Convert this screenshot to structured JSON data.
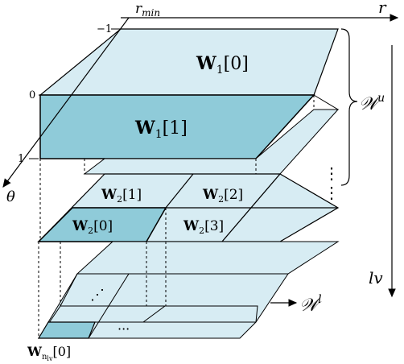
{
  "axes": {
    "r_label": "r",
    "r_min_label": "r",
    "r_min_sub": "min",
    "theta_label": "θ",
    "lv_label": "lv",
    "tick_minus1": "−1",
    "tick_0": "0",
    "tick_1": "1"
  },
  "labels": {
    "w1_0": "[0]",
    "w1_1": "[1]",
    "w2_0": "[0]",
    "w2_1": "[1]",
    "w2_2": "[2]",
    "w2_3": "[3]",
    "wn_tail": "[0]",
    "wn_sub": "n",
    "wn_subsub": "lv",
    "w_letter": "W",
    "sub_1": "1",
    "sub_2": "2",
    "script_w": "𝒲",
    "sup_u": "u",
    "sup_l": "l"
  },
  "dots": {
    "vertical": "⋮",
    "diagonal": "⋰",
    "horizontal": "···"
  },
  "colors": {
    "light_fill": "#d7ecf3",
    "dark_fill": "#8fcbd9",
    "stroke": "#000000"
  }
}
